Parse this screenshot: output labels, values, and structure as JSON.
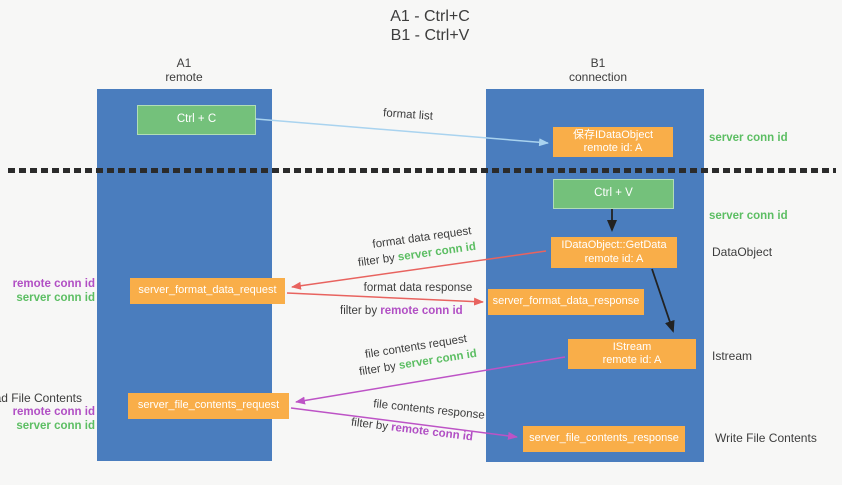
{
  "title": {
    "line1": "A1 - Ctrl+C",
    "line2": "B1 - Ctrl+V"
  },
  "lanes": {
    "left": {
      "name": "A1",
      "role": "remote"
    },
    "right": {
      "name": "B1",
      "role": "connection"
    }
  },
  "nodes": {
    "ctrl_c": {
      "label": "Ctrl + C"
    },
    "save_idataobject": {
      "line1": "保存IDataObject",
      "line2": "remote id: A"
    },
    "ctrl_v": {
      "label": "Ctrl + V"
    },
    "getdata": {
      "line1": "IDataObject::GetData",
      "line2": "remote id: A"
    },
    "format_request": {
      "label": "server_format_data_request"
    },
    "format_response": {
      "label": "server_format_data_response"
    },
    "istream": {
      "line1": "IStream",
      "line2": "remote id: A"
    },
    "file_request": {
      "label": "server_file_contents_request"
    },
    "file_response": {
      "label": "server_file_contents_response"
    }
  },
  "arrow_labels": {
    "format_list": "format list",
    "format_data_request": "format data request",
    "format_data_response": "format data response",
    "file_contents_request": "file contents request",
    "file_contents_response": "file contents response",
    "filter_by": "filter by",
    "server_conn_id": "server conn id",
    "remote_conn_id": "remote conn id"
  },
  "side_labels": {
    "server_conn_id_top": "server conn id",
    "server_conn_id_mid": "server conn id",
    "dataobject": "DataObject",
    "istream": "Istream",
    "write_file_contents": "Write File Contents",
    "read_file_contents": "Read File Contents",
    "remote_conn_id": "remote conn id",
    "server_conn_id": "server conn id"
  },
  "colors": {
    "lane_blue": "#4a7dbe",
    "box_green": "#74c17b",
    "box_orange": "#f9ae49",
    "text_green": "#5cbe63",
    "text_purple": "#b14fc4",
    "arrow_blue": "#a9d3ef",
    "arrow_red": "#e8635f",
    "arrow_magenta": "#bd53c6",
    "arrow_black": "#222222",
    "text_dark": "#3d3d3d",
    "background": "#f7f7f6"
  }
}
